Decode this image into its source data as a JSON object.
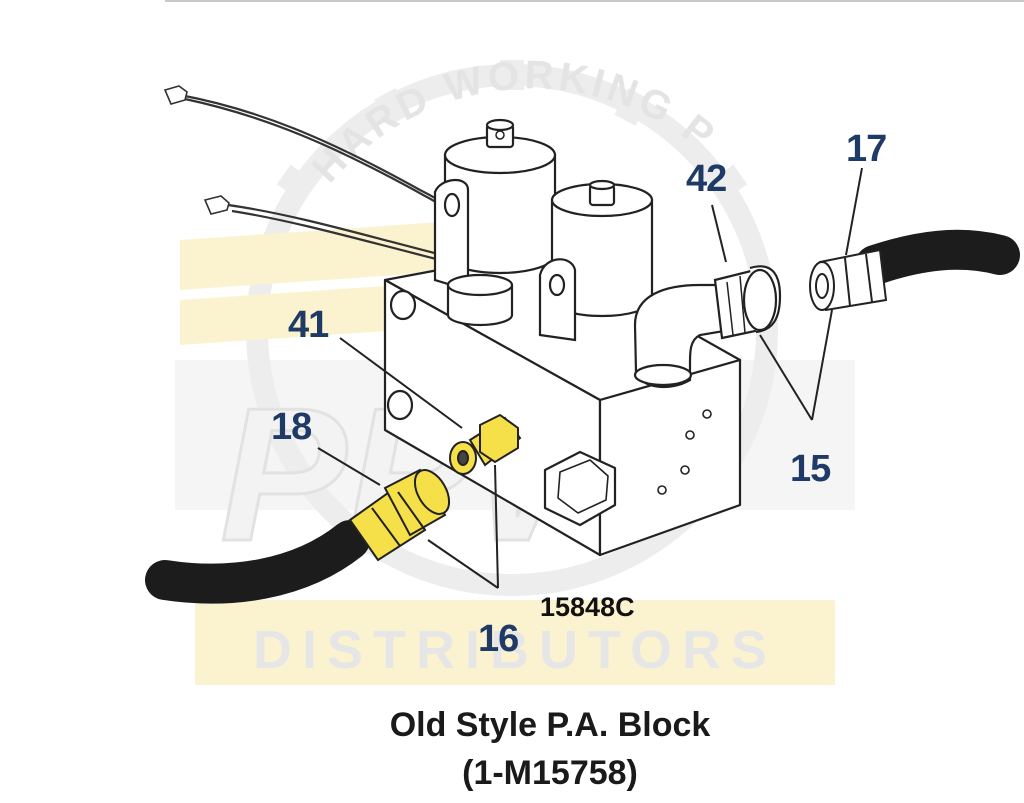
{
  "watermark": {
    "arc_text": "HARD WORKING PARTS",
    "logo_text": "PPW",
    "band_text": "DISTRIBUTORS",
    "colors": {
      "gray": "#e6e6e6",
      "yellow": "#fbf3d0"
    }
  },
  "callouts": {
    "c17": "17",
    "c42": "42",
    "c41": "41",
    "c18": "18",
    "c15": "15",
    "c16": "16"
  },
  "part_number": "15848C",
  "caption": {
    "line1": "Old Style P.A. Block",
    "line2": "(1-M15758)"
  },
  "colors": {
    "callout": "#1f3a66",
    "fitting_yellow": "#f5e04a",
    "hose": "#1c1c1c",
    "outline": "#222222"
  }
}
